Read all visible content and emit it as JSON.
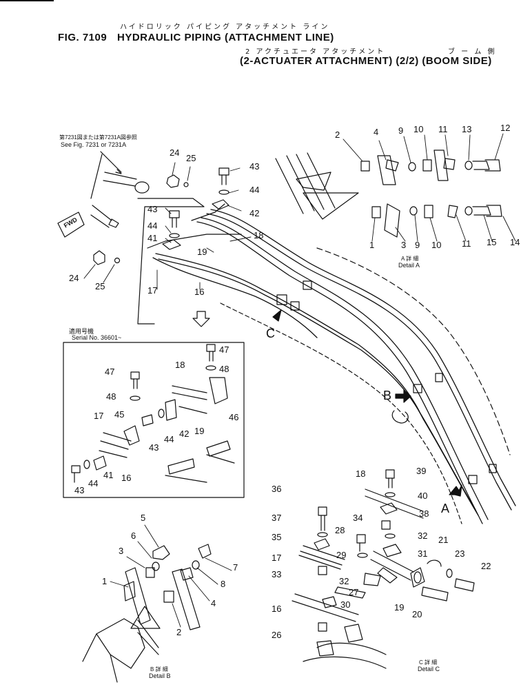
{
  "header": {
    "kana_line1": "ハイドロリック パイピング アタッチメント ライン",
    "fig_label": "FIG. 7109",
    "title_line1": "HYDRAULIC PIPING (ATTACHMENT LINE)",
    "kana_line2_left": "2 アクチュエータ アタッチメント",
    "kana_line2_right": "ブ ー ム 側",
    "title_line2": "(2-ACTUATER ATTACHMENT) (2/2) (BOOM SIDE)"
  },
  "notes": {
    "see_fig_jp": "第7231図または第7231A図参照",
    "see_fig_en": "See Fig. 7231 or 7231A",
    "fwd": "FWD",
    "serial_jp": "適用号機",
    "serial_en": "Serial No. 36601~",
    "detail_a_jp": "A 詳 細",
    "detail_a_en": "Detail A",
    "detail_b_jp": "B 詳 細",
    "detail_b_en": "Detail B",
    "detail_c_jp": "C 詳 細",
    "detail_c_en": "Detail C",
    "arrow_a": "A",
    "arrow_b": "B",
    "arrow_c": "C"
  },
  "part_numbers": {
    "main": [
      "24",
      "25",
      "43",
      "44",
      "42",
      "43",
      "44",
      "41",
      "18",
      "19",
      "24",
      "25",
      "17",
      "16"
    ],
    "detail_a": [
      "2",
      "4",
      "9",
      "10",
      "11",
      "13",
      "12",
      "1",
      "3",
      "9",
      "10",
      "11",
      "15",
      "14"
    ],
    "inset": [
      "47",
      "48",
      "18",
      "47",
      "48",
      "17",
      "45",
      "46",
      "42",
      "44",
      "19",
      "43",
      "41",
      "16",
      "44",
      "43"
    ],
    "detail_b": [
      "5",
      "6",
      "3",
      "7",
      "8",
      "1",
      "4",
      "2"
    ],
    "detail_c": [
      "18",
      "39",
      "36",
      "40",
      "38",
      "34",
      "37",
      "28",
      "32",
      "35",
      "21",
      "23",
      "31",
      "29",
      "22",
      "17",
      "33",
      "32",
      "27",
      "19",
      "20",
      "16",
      "30",
      "26"
    ]
  }
}
